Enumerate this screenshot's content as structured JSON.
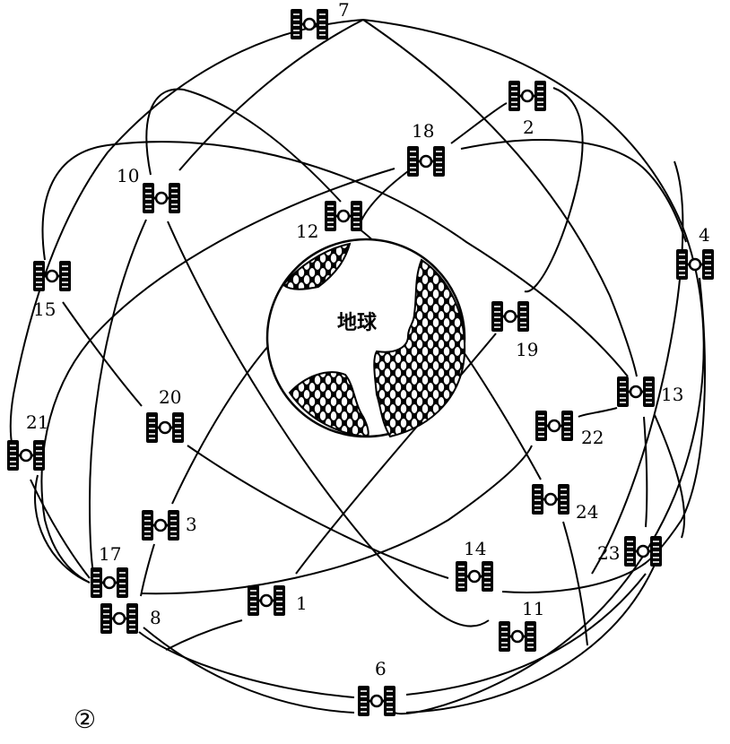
{
  "diagram": {
    "type": "gps-satellite-constellation",
    "figure_number": "②",
    "center_body": {
      "label": "地球",
      "meaning": "Earth"
    },
    "colors": {
      "ink": "#000000",
      "background": "#ffffff"
    },
    "satellite_icon": "satellite-icon",
    "satellites": [
      {
        "id": "1",
        "label": "1"
      },
      {
        "id": "2",
        "label": "2"
      },
      {
        "id": "3",
        "label": "3"
      },
      {
        "id": "4",
        "label": "4"
      },
      {
        "id": "6",
        "label": "6"
      },
      {
        "id": "7",
        "label": "7"
      },
      {
        "id": "8",
        "label": "8"
      },
      {
        "id": "10",
        "label": "10"
      },
      {
        "id": "11",
        "label": "11"
      },
      {
        "id": "12",
        "label": "12"
      },
      {
        "id": "13",
        "label": "13"
      },
      {
        "id": "14",
        "label": "14"
      },
      {
        "id": "15",
        "label": "15"
      },
      {
        "id": "17",
        "label": "17"
      },
      {
        "id": "18",
        "label": "18"
      },
      {
        "id": "19",
        "label": "19"
      },
      {
        "id": "20",
        "label": "20"
      },
      {
        "id": "21",
        "label": "21"
      },
      {
        "id": "22",
        "label": "22"
      },
      {
        "id": "23",
        "label": "23"
      },
      {
        "id": "24",
        "label": "24"
      }
    ],
    "satellite_count": 21
  }
}
